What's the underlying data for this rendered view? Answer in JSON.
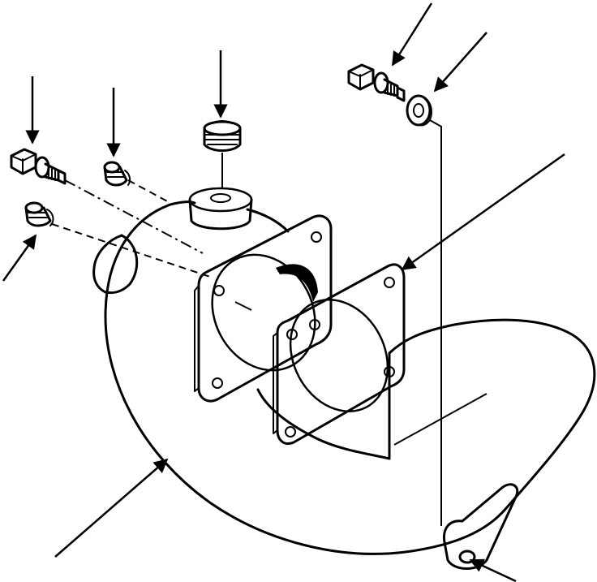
{
  "diagram": {
    "kind": "exploded-view-line-drawing",
    "background_color": "#ffffff",
    "line_color": "#000000",
    "parts": [
      "muffler-body",
      "inlet-flange",
      "gasket",
      "outlet-pipe",
      "mounting-bracket",
      "drain-plug",
      "pipe-plug-left",
      "pipe-plug-lower",
      "bolt-left",
      "bolt-right",
      "washer"
    ],
    "callout_count": 10
  }
}
